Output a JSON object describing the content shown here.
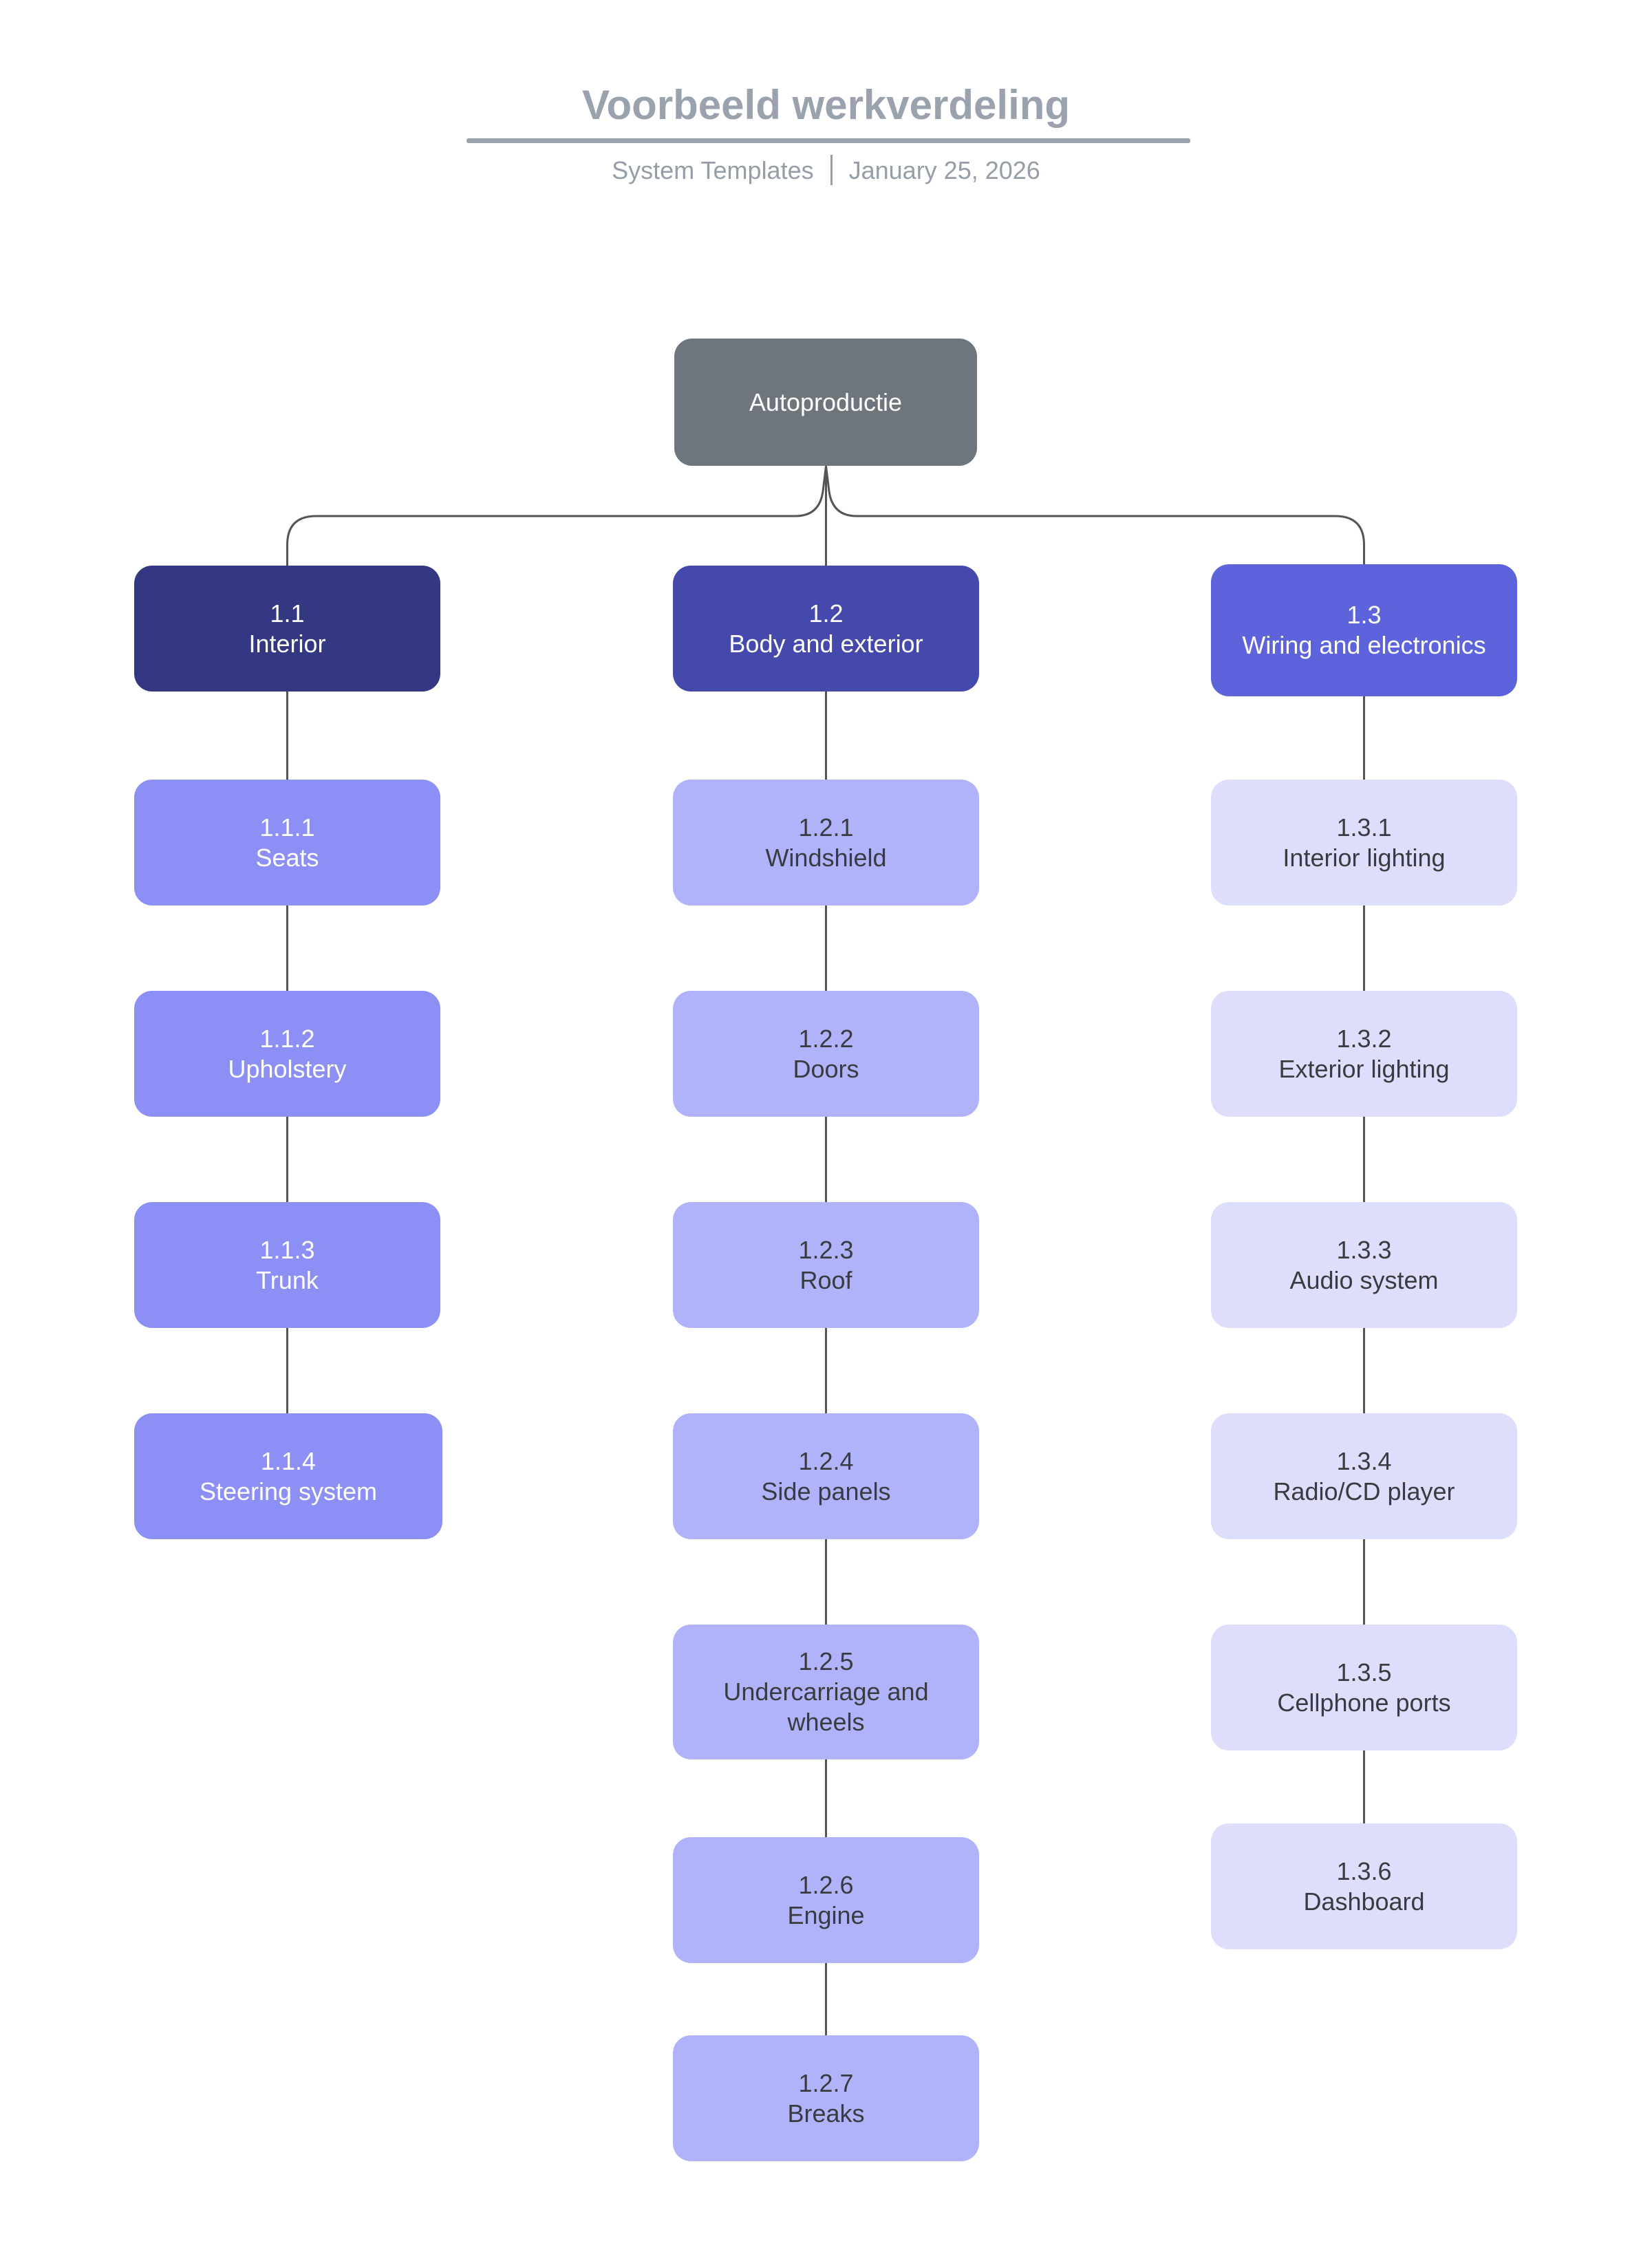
{
  "header": {
    "title": "Voorbeeld werkverdeling",
    "meta_author": "System Templates",
    "meta_date": "January 25, 2026"
  },
  "colors": {
    "title_gray": "#9aa2ad",
    "subtitle_gray": "#959da9",
    "root_fill": "#6e757d",
    "branch1_fill": "#343781",
    "branch2_fill": "#4549ab",
    "branch3_fill": "#5c63db",
    "branch1_child_fill": "#8c90f5",
    "branch2_child_fill": "#b0b3f9",
    "branch3_child_fill": "#dddefb",
    "light_text": "#ffffff",
    "dark_text": "#3a3b40",
    "connector": "#555555"
  },
  "tree": {
    "root": {
      "label": "Autoproductie"
    },
    "branches": [
      {
        "id": "1.1",
        "label": "Interior",
        "children": [
          {
            "id": "1.1.1",
            "label": "Seats"
          },
          {
            "id": "1.1.2",
            "label": "Upholstery"
          },
          {
            "id": "1.1.3",
            "label": "Trunk"
          },
          {
            "id": "1.1.4",
            "label": "Steering system"
          }
        ]
      },
      {
        "id": "1.2",
        "label": "Body and exterior",
        "children": [
          {
            "id": "1.2.1",
            "label": "Windshield"
          },
          {
            "id": "1.2.2",
            "label": "Doors"
          },
          {
            "id": "1.2.3",
            "label": "Roof"
          },
          {
            "id": "1.2.4",
            "label": "Side panels"
          },
          {
            "id": "1.2.5",
            "label": "Undercarriage and wheels"
          },
          {
            "id": "1.2.6",
            "label": "Engine"
          },
          {
            "id": "1.2.7",
            "label": "Breaks"
          }
        ]
      },
      {
        "id": "1.3",
        "label": "Wiring and electronics",
        "children": [
          {
            "id": "1.3.1",
            "label": "Interior lighting"
          },
          {
            "id": "1.3.2",
            "label": "Exterior lighting"
          },
          {
            "id": "1.3.3",
            "label": "Audio system"
          },
          {
            "id": "1.3.4",
            "label": "Radio/CD player"
          },
          {
            "id": "1.3.5",
            "label": "Cellphone ports"
          },
          {
            "id": "1.3.6",
            "label": "Dashboard"
          }
        ]
      }
    ]
  }
}
